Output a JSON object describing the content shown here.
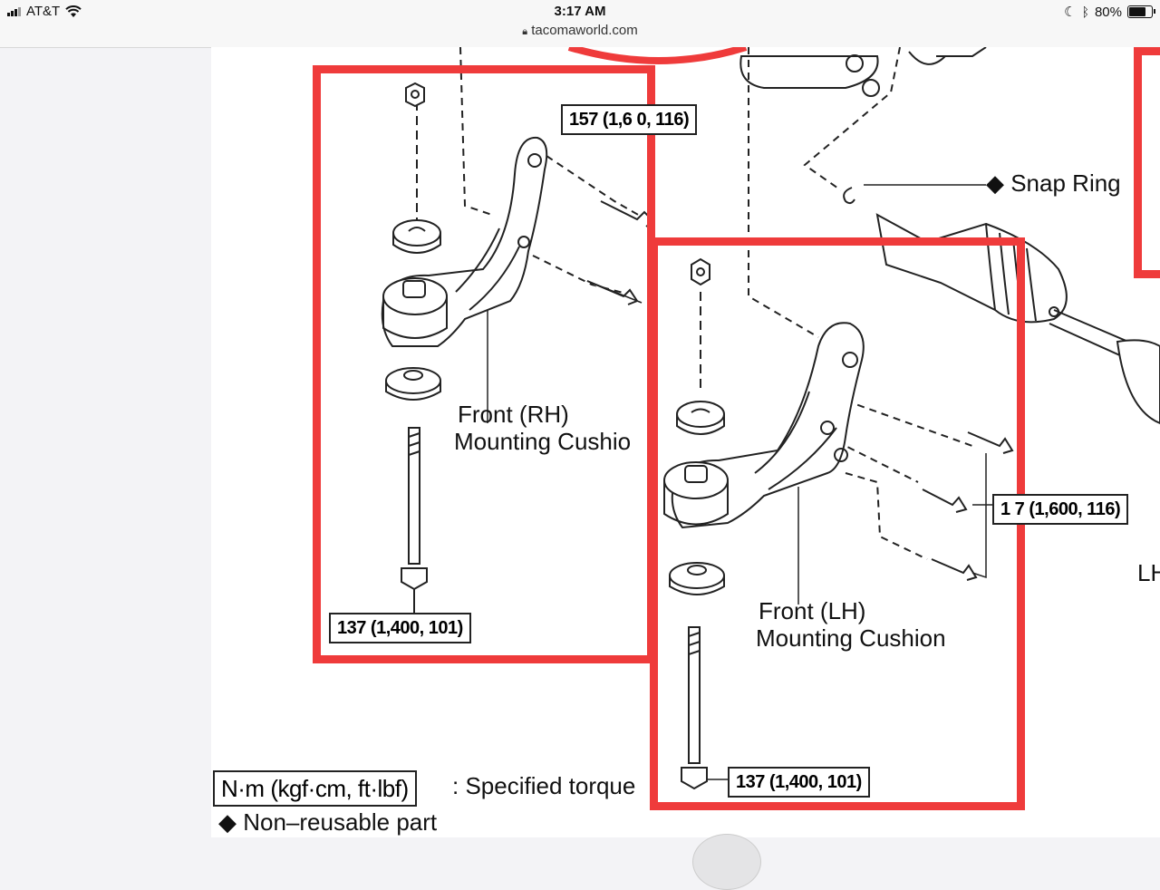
{
  "status_bar": {
    "carrier": "AT&T",
    "time": "3:17 AM",
    "url": "tacomaworld.com",
    "battery": "80%",
    "battery_level": 0.8
  },
  "diagram": {
    "snap_ring_label": "◆ Snap Ring",
    "torque_top_rh": "157 (1,6 0, 116)",
    "front_rh_line1": "Front (RH)",
    "front_rh_line2": "Mounting Cushio",
    "torque_bottom_rh": "137 (1,400, 101)",
    "torque_right_lh": "1 7 (1,600, 116)",
    "lh_edge_label": "LH",
    "front_lh_line1": "Front (LH)",
    "front_lh_line2": "Mounting Cushion",
    "torque_bottom_lh": "137 (1,400, 101)",
    "legend_unit": "N·m (kgf·cm, ft·lbf)",
    "legend_specified": ": Specified torque",
    "legend_nonreusable": "◆ Non–reusable part"
  },
  "colors": {
    "highlight_box": "#ef3b3b",
    "line_art": "#222222"
  }
}
